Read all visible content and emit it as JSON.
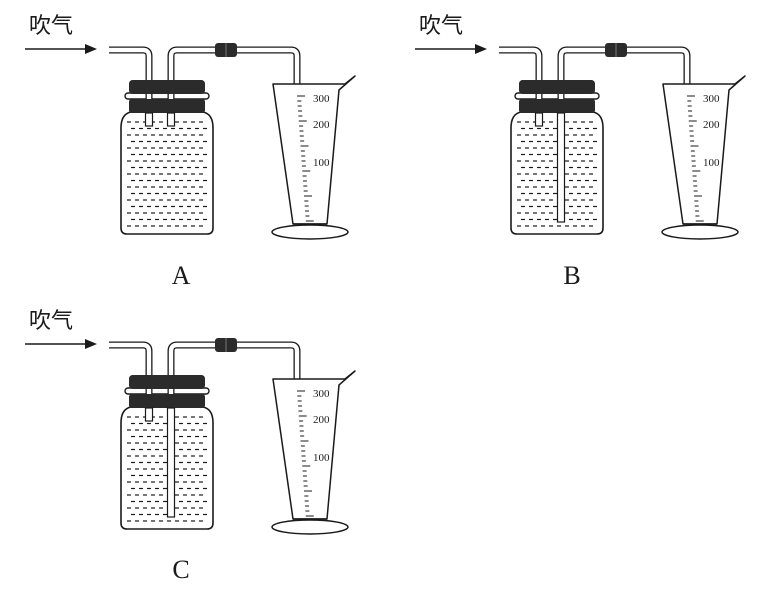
{
  "panels": [
    {
      "id": "A",
      "caption": "A",
      "arrow_label": "吹气",
      "cylinder_ticks": [
        "300",
        "200",
        "100"
      ]
    },
    {
      "id": "B",
      "caption": "B",
      "arrow_label": "吹气",
      "cylinder_ticks": [
        "300",
        "200",
        "100"
      ]
    },
    {
      "id": "C",
      "caption": "C",
      "arrow_label": "吹气",
      "cylinder_ticks": [
        "300",
        "200",
        "100"
      ]
    }
  ],
  "colors": {
    "ink": "#1a1a1a",
    "stopper": "#2b2b2b",
    "background": "#ffffff"
  }
}
